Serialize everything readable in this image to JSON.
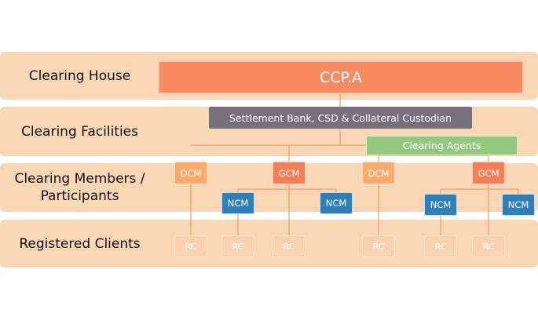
{
  "bands": [
    {
      "id": "clearing-house",
      "label": "Clearing House"
    },
    {
      "id": "clearing-facilities",
      "label": "Clearing Facilities"
    },
    {
      "id": "clearing-members",
      "label": "Clearing Members / Participants"
    },
    {
      "id": "registered-clients",
      "label": "Registered Clients"
    }
  ],
  "nodes": {
    "ccp": "CCP.A",
    "bank": "Settlement Bank, CSD & Collateral Custodian",
    "agents": "Clearing Agents",
    "dcm": "DCM",
    "gcm": "GCM",
    "ncm": "NCM",
    "rc": "RC"
  },
  "colors": {
    "band": "#fad7b4",
    "connector": "#f5a26a",
    "ccp": "#f88b62",
    "bank": "#76707f",
    "agents": "#92c97f",
    "dcm": "#fcaa6a",
    "gcm": "#f57e54",
    "ncm": "#2f7fb8",
    "rc": "#fbd2b0"
  }
}
